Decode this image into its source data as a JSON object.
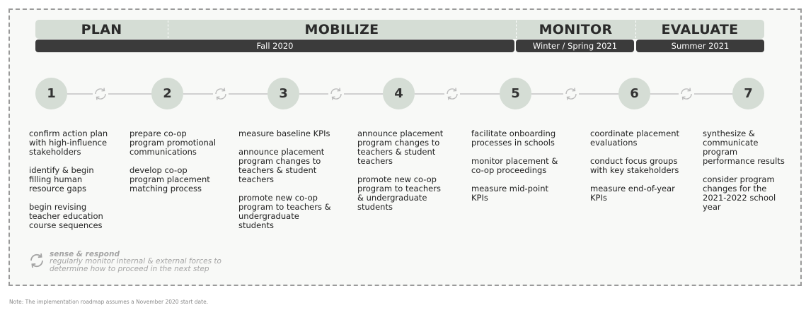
{
  "phases": [
    {
      "label": "PLAN"
    },
    {
      "label": "MOBILIZE"
    },
    {
      "label": "MONITOR"
    },
    {
      "label": "EVALUATE"
    }
  ],
  "timeframes": [
    {
      "label": "Fall 2020"
    },
    {
      "label": "Winter / Spring 2021"
    },
    {
      "label": "Summer 2021"
    }
  ],
  "steps": [
    {
      "number": "1",
      "items": [
        "confirm action plan with high-influence stakeholders",
        "identify & begin filling human resource gaps",
        "begin revising teacher education course sequences"
      ]
    },
    {
      "number": "2",
      "items": [
        "prepare co-op program promotional communications",
        "develop co-op program placement matching process"
      ]
    },
    {
      "number": "3",
      "items": [
        "measure baseline KPIs",
        "announce placement program changes to teachers & student teachers",
        "promote new co-op program to teachers & undergraduate students"
      ]
    },
    {
      "number": "4",
      "items": [
        "announce placement program changes to teachers & student teachers",
        "promote new co-op program to teachers & undergraduate students"
      ]
    },
    {
      "number": "5",
      "items": [
        "facilitate onboarding processes in schools",
        "monitor placement & co-op proceedings",
        "measure mid-point KPIs"
      ]
    },
    {
      "number": "6",
      "items": [
        "coordinate placement evaluations",
        "conduct focus groups with key stakeholders",
        "measure end-of-year KPIs"
      ]
    },
    {
      "number": "7",
      "items": [
        "synthesize & communicate program performance results",
        "consider program changes for the 2021-2022 school year"
      ]
    }
  ],
  "legend": {
    "icon": "cycle-icon",
    "title": "sense & respond",
    "description": "regularly monitor internal & external forces to determine how to proceed in the next step"
  },
  "note": "Note: The implementation roadmap assumes a November 2020 start date.",
  "colors": {
    "phase_bg": "#d5ddd5",
    "time_bg": "#3b3b3b",
    "step_bg": "#d5ddd5",
    "legend_text": "#a4a4a4"
  }
}
